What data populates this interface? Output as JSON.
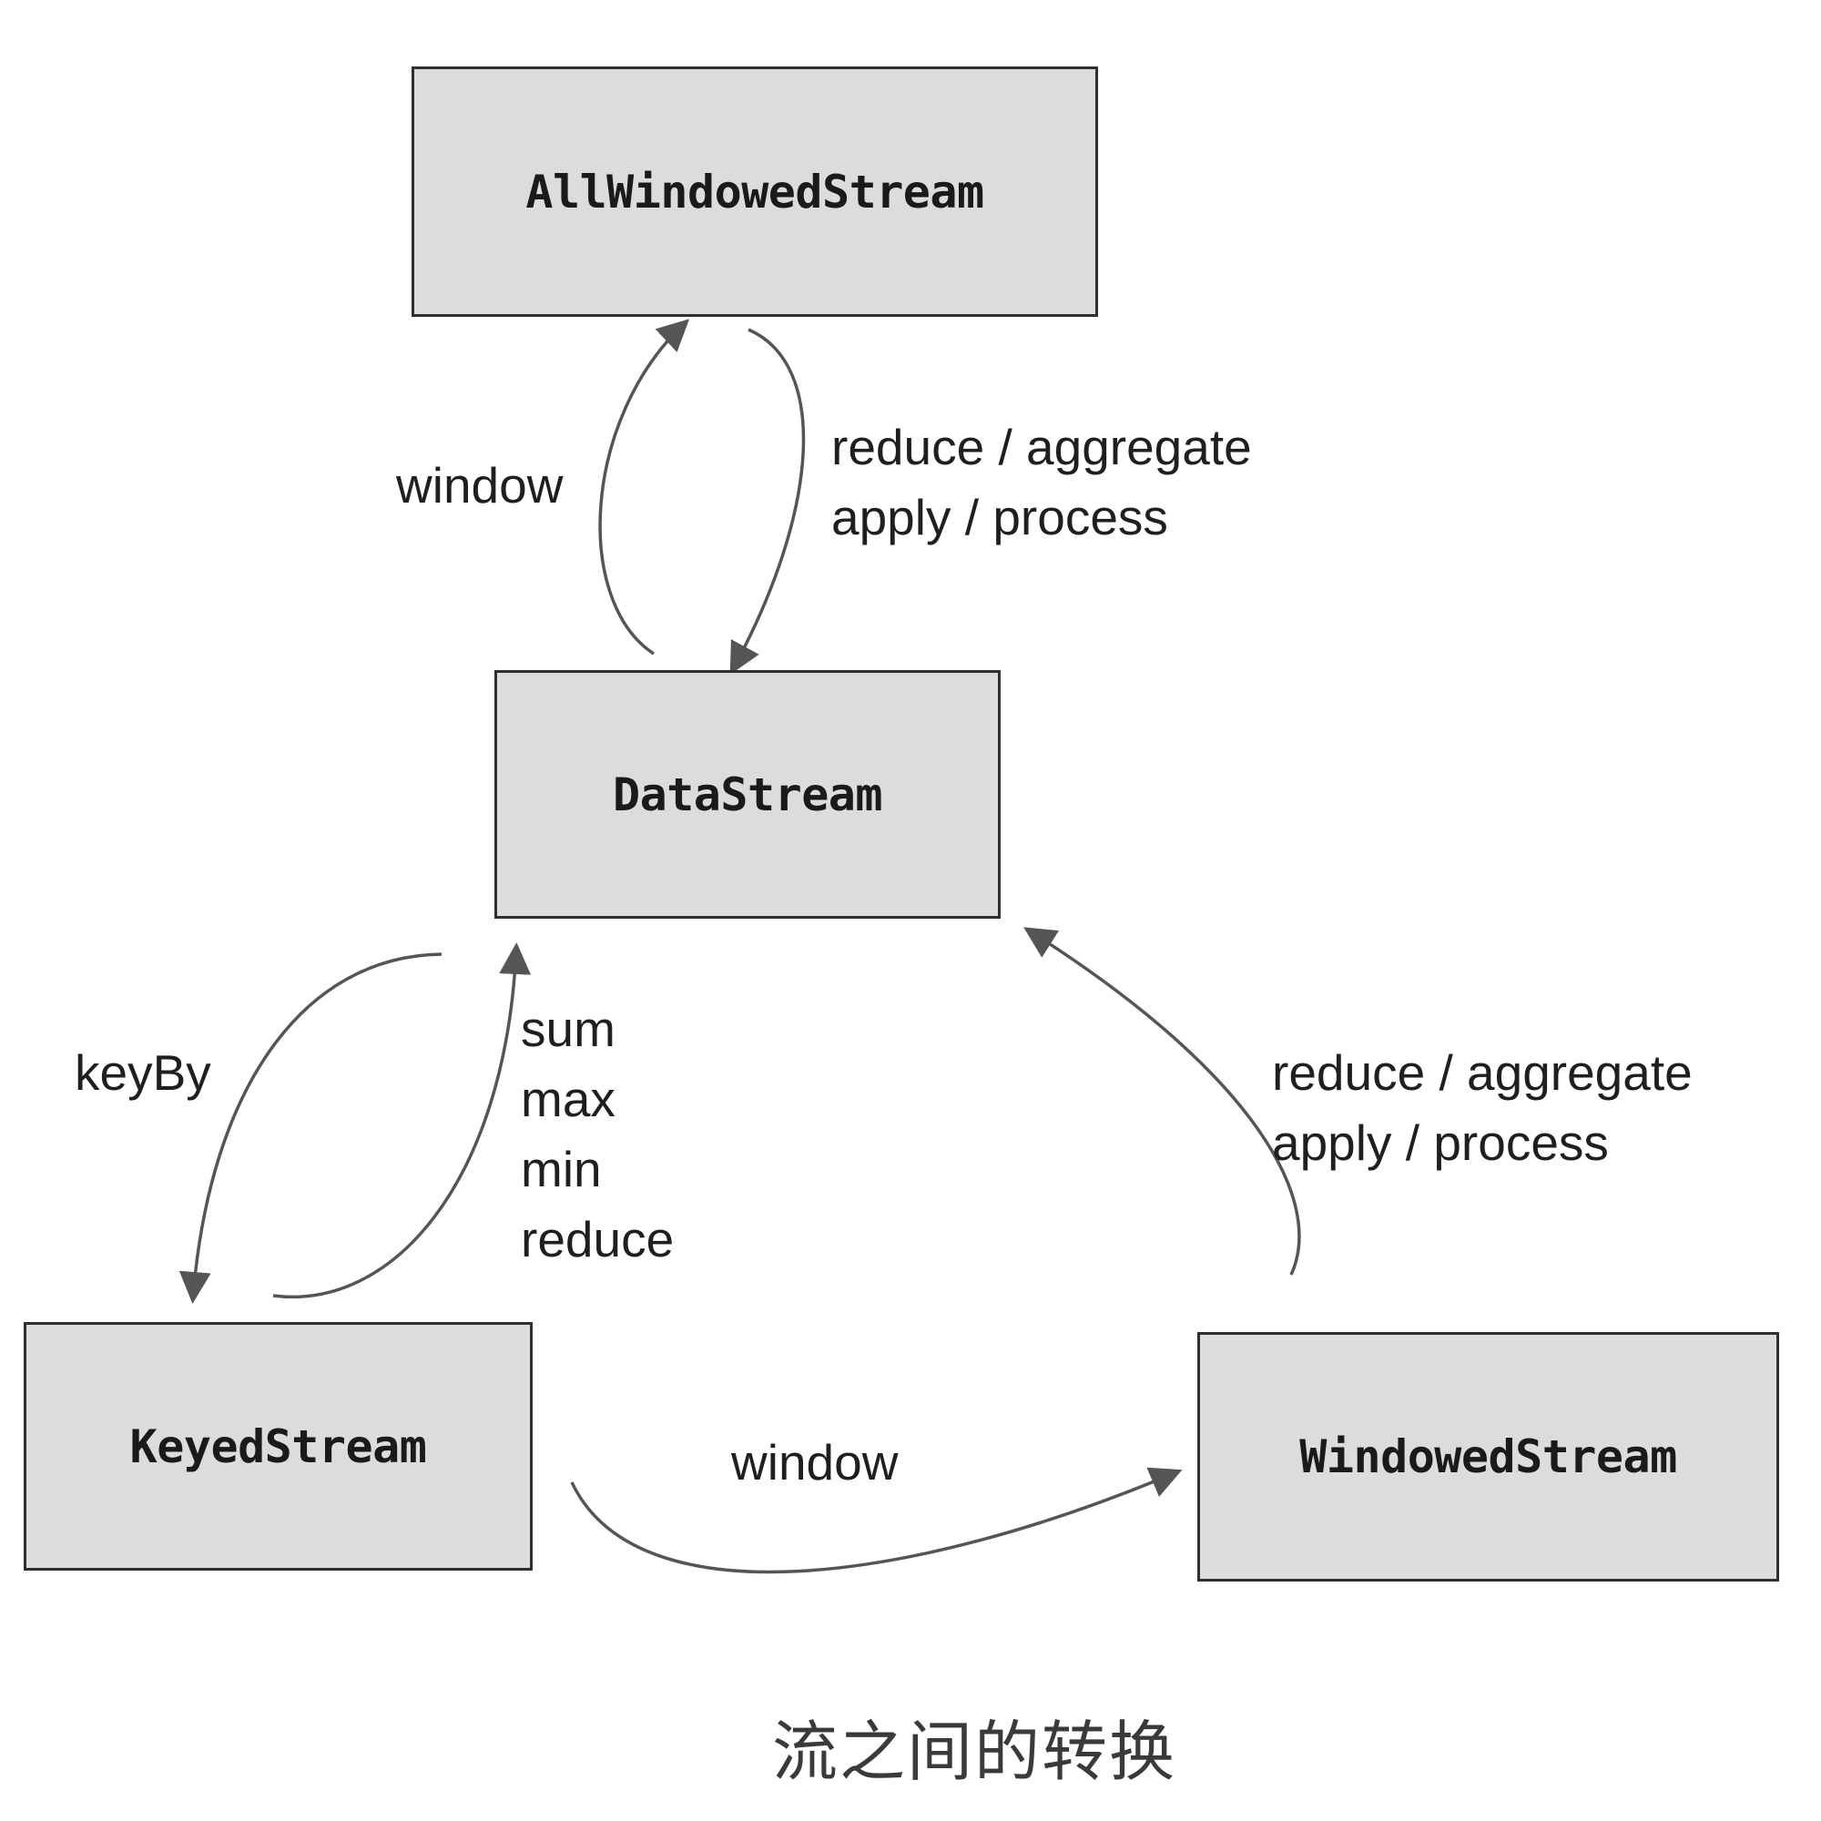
{
  "nodes": {
    "all_windowed_stream": "AllWindowedStream",
    "data_stream": "DataStream",
    "keyed_stream": "KeyedStream",
    "windowed_stream": "WindowedStream"
  },
  "edges": {
    "data_to_all_windowed": {
      "label": "window"
    },
    "all_windowed_to_data": {
      "lines": [
        "reduce / aggregate",
        "apply / process"
      ]
    },
    "data_to_keyed": {
      "label": "keyBy"
    },
    "keyed_to_data": {
      "lines": [
        "sum",
        "max",
        "min",
        "reduce"
      ]
    },
    "keyed_to_windowed": {
      "label": "window"
    },
    "windowed_to_data": {
      "lines": [
        "reduce / aggregate",
        "apply / process"
      ]
    }
  },
  "caption": "流之间的转换",
  "colors": {
    "node_fill": "#dcdcdc",
    "node_border": "#2f2f2f",
    "arrow": "#555555"
  }
}
